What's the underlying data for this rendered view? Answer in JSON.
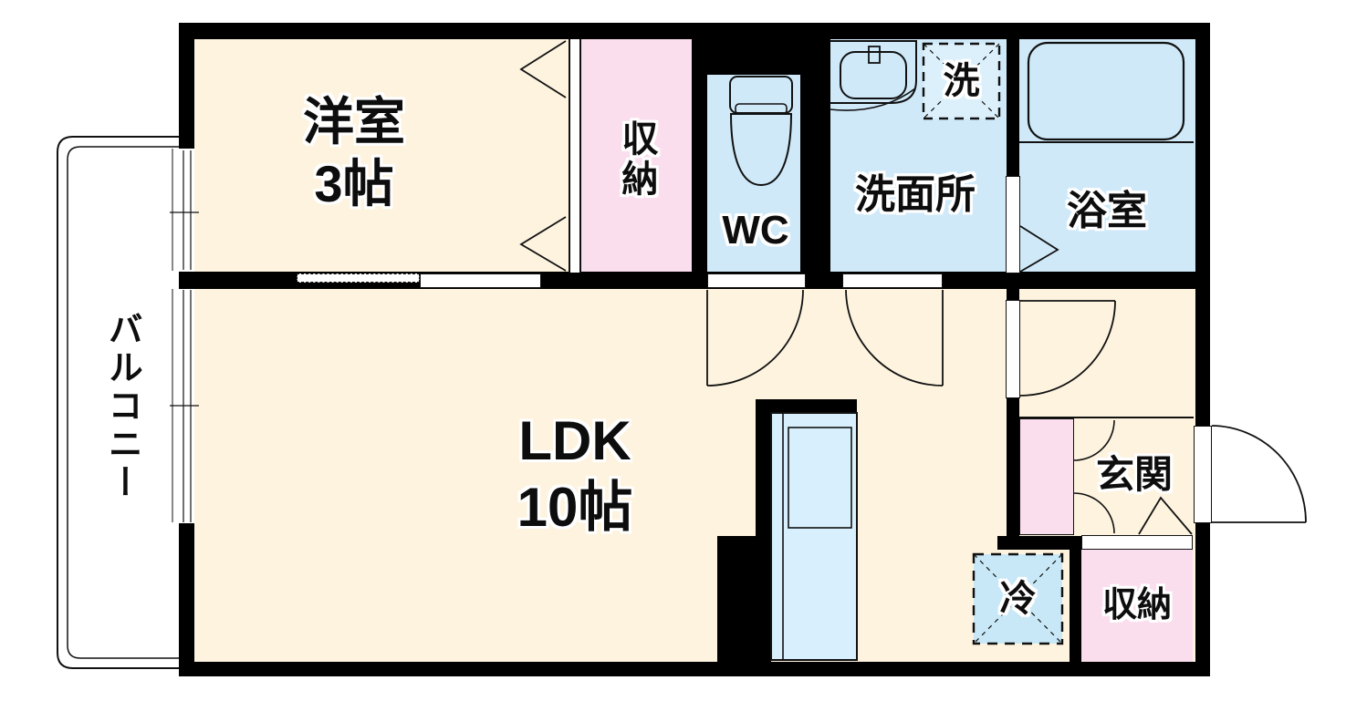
{
  "rooms": {
    "western": {
      "line1": "洋室",
      "line2": "3帖"
    },
    "closet_top": {
      "label": "収納"
    },
    "wc": {
      "label": "WC"
    },
    "washroom": {
      "label": "洗面所"
    },
    "washer": {
      "label": "洗"
    },
    "bathroom": {
      "label": "浴室"
    },
    "ldk": {
      "line1": "LDK",
      "line2": "10帖"
    },
    "balcony": {
      "label": "バルコニー"
    },
    "entrance": {
      "label": "玄関"
    },
    "fridge": {
      "label": "冷"
    },
    "closet_bottom": {
      "label": "収納"
    }
  },
  "icons": {
    "toilet": "toilet-outline",
    "washbasin": "washbasin-outline",
    "bathtub": "rounded-rect-tub",
    "kitchen_sink": "counter-with-sink",
    "washer_space": "dashed-x-box",
    "fridge_space": "dashed-x-box",
    "doors": "quarter-circle-swing",
    "folding_doors": "triangle-chevrons",
    "windows": "double-line-sash"
  },
  "colors": {
    "wall": "#000000",
    "line": "#111111",
    "floor": "#fdf3df",
    "pink": "#fadeed",
    "wet": "#cfe9f8",
    "kitchen": "#d8effd",
    "fridge": "#c8e8f7",
    "washer": "#dcf0fb"
  }
}
